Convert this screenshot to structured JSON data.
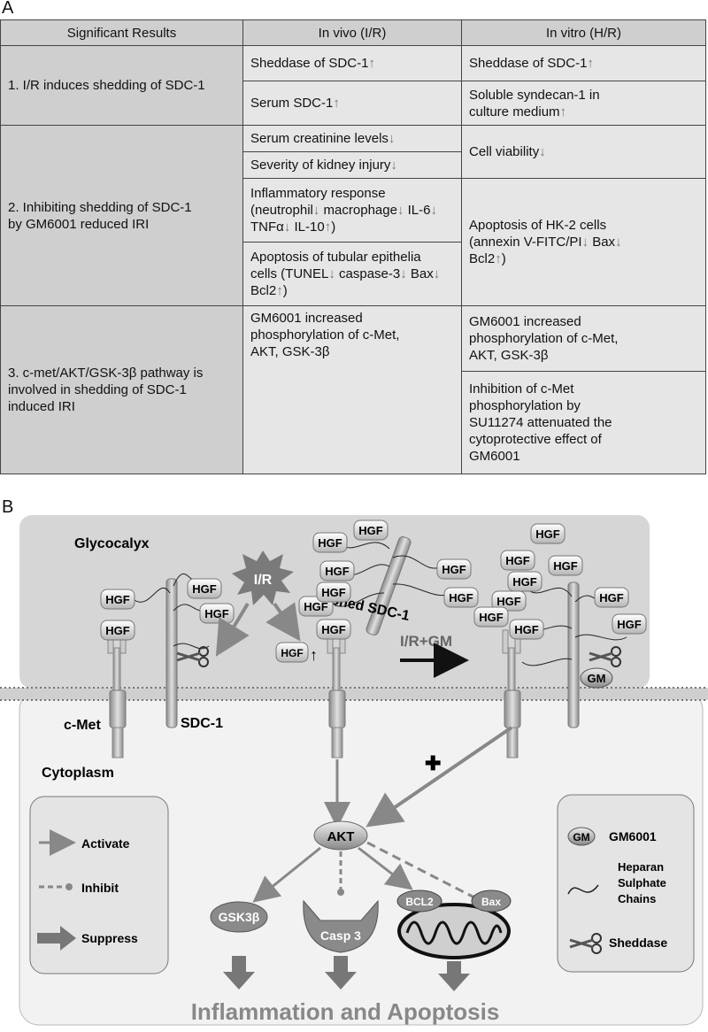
{
  "panel_a_label": "A",
  "panel_b_label": "B",
  "table": {
    "headers": [
      "Significant Results",
      "In vivo (I/R)",
      "In vitro (H/R)"
    ],
    "row1": {
      "result": "1. I/R induces shedding of SDC-1",
      "vivo1": "Sheddase of SDC-1",
      "vivo2": "Serum SDC-1",
      "vitro1": "Sheddase of SDC-1",
      "vitro2a": "Soluble syndecan-1 in",
      "vitro2b": "culture medium"
    },
    "row2": {
      "result_a": "2. Inhibiting shedding of SDC-1",
      "result_b": "by GM6001 reduced IRI",
      "vivo1": "Serum creatinine levels",
      "vivo2": "Severity of kidney injury",
      "vivo3a": "Inflammatory response",
      "vivo3b_1": "(neutrophil",
      "vivo3b_2": " macrophage",
      "vivo3b_3": " IL-6",
      "vivo3c_1": "TNFα",
      "vivo3c_2": " IL-10",
      "vivo3c_3": ")",
      "vivo4a": "Apoptosis of tubular epithelia",
      "vivo4b_1": "cells (TUNEL",
      "vivo4b_2": " caspase-3",
      "vivo4b_3": " Bax",
      "vivo4c_1": "Bcl2",
      "vivo4c_2": ")",
      "vitro1": "Cell viability",
      "vitro2a": "Apoptosis of HK-2 cells",
      "vitro2b_1": "(annexin V-FITC/PI",
      "vitro2b_2": " Bax",
      "vitro2c_1": "Bcl2",
      "vitro2c_2": ")"
    },
    "row3": {
      "result_a": "3. c-met/AKT/GSK-3β pathway is",
      "result_b": "involved in shedding of SDC-1",
      "result_c": "induced IRI",
      "vivo_a": "GM6001 increased",
      "vivo_b": "phosphorylation of c-Met,",
      "vivo_c": "AKT, GSK-3β",
      "vitro1_a": "GM6001 increased",
      "vitro1_b": "phosphorylation of c-Met,",
      "vitro1_c": "AKT, GSK-3β",
      "vitro2_a": "Inhibition of c-Met",
      "vitro2_b": "phosphorylation by",
      "vitro2_c": "SU11274 attenuated the",
      "vitro2_d": "cytoprotective effect of",
      "vitro2_e": "GM6001"
    },
    "arrow_up": "↑",
    "arrow_down": "↓"
  },
  "diagram": {
    "glycocalyx": "Glycocalyx",
    "cytoplasm": "Cytoplasm",
    "hgf": "HGF",
    "ir": "I/R",
    "hgf_up": "HGF",
    "shed_sdc1": "Shed SDC-1",
    "ir_gm": "I/R+GM",
    "gm": "GM",
    "cmet": "c-Met",
    "sdc1": "SDC-1",
    "plus": "✚",
    "akt": "AKT",
    "gsk3b": "GSK3β",
    "casp3": "Casp 3",
    "bcl2": "BCL2",
    "bax": "Bax",
    "outcome": "Inflammation and Apoptosis",
    "legend_left": {
      "activate": "Activate",
      "inhibit": "Inhibit",
      "suppress": "Suppress"
    },
    "legend_right": {
      "gm_badge": "GM",
      "gm6001": "GM6001",
      "heparan_a": "Heparan",
      "heparan_b": "Sulphate",
      "heparan_c": "Chains",
      "sheddase": "Sheddase"
    }
  }
}
